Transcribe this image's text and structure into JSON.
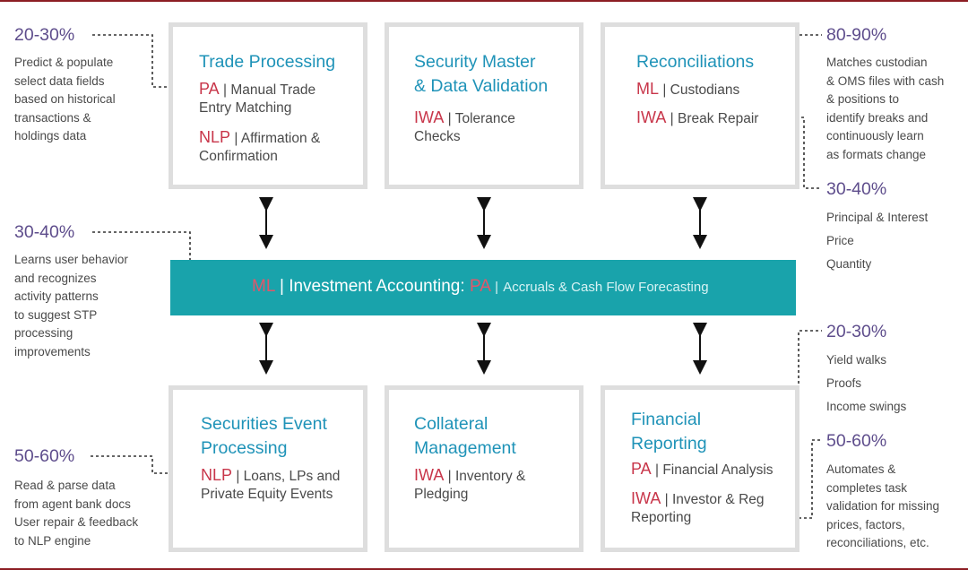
{
  "boxes": {
    "trade": {
      "title": "Trade Processing",
      "items": [
        {
          "tag": "PA",
          "text": "Manual Trade",
          "cont": "Entry Matching"
        },
        {
          "tag": "NLP",
          "text": "Affirmation &",
          "cont": "Confirmation"
        }
      ]
    },
    "security": {
      "title": "Security Master\n& Data Validation",
      "items": [
        {
          "tag": "IWA",
          "text": "Tolerance",
          "cont": "Checks"
        }
      ]
    },
    "recon": {
      "title": "Reconciliations",
      "items": [
        {
          "tag": "ML",
          "text": "Custodians"
        },
        {
          "tag": "IWA",
          "text": "Break Repair"
        }
      ]
    },
    "events": {
      "title": "Securities Event\nProcessing",
      "items": [
        {
          "tag": "NLP",
          "text": "Loans, LPs and",
          "cont": "Private Equity Events"
        }
      ]
    },
    "collateral": {
      "title": "Collateral\nManagement",
      "items": [
        {
          "tag": "IWA",
          "text": "Inventory &",
          "cont": "Pledging"
        }
      ]
    },
    "reporting": {
      "title": "Financial\nReporting",
      "items": [
        {
          "tag": "PA",
          "text": "Financial Analysis"
        },
        {
          "tag": "IWA",
          "text": "Investor & Reg",
          "cont": "Reporting"
        }
      ]
    }
  },
  "banner": {
    "tag1": "ML",
    "main": "Investment Accounting:",
    "tag2": "PA",
    "sub": "Accruals & Cash Flow Forecasting"
  },
  "separator": "|",
  "callouts": {
    "left1": {
      "pct": "20-30%",
      "lines": [
        "Predict & populate",
        "select data fields",
        "based on historical",
        "transactions &",
        "holdings data"
      ]
    },
    "left2": {
      "pct": "30-40%",
      "lines": [
        "Learns user behavior",
        "and recognizes",
        "activity patterns",
        "to suggest STP",
        "processing",
        "improvements"
      ]
    },
    "left3": {
      "pct": "50-60%",
      "lines": [
        "Read & parse data",
        "from agent bank docs",
        "User repair & feedback",
        "to NLP engine"
      ]
    },
    "right1": {
      "pct": "80-90%",
      "lines": [
        "Matches custodian",
        "& OMS files with cash",
        "& positions to",
        "identify breaks and",
        "continuously learn",
        "as formats change"
      ]
    },
    "right2": {
      "pct": "30-40%",
      "lines": [
        "Principal & Interest",
        "Price",
        "Quantity"
      ]
    },
    "right3": {
      "pct": "20-30%",
      "lines": [
        "Yield walks",
        "Proofs",
        "Income swings"
      ]
    },
    "right4": {
      "pct": "50-60%",
      "lines": [
        "Automates &",
        "completes task",
        "validation for missing",
        "prices, factors,",
        "reconciliations, etc."
      ]
    }
  },
  "colors": {
    "title": "#1f93b8",
    "tag": "#c8364a",
    "percent": "#5e4d8c",
    "banner": "#19a3ab",
    "frame": "#8c1d23",
    "box_border": "#dedede"
  }
}
